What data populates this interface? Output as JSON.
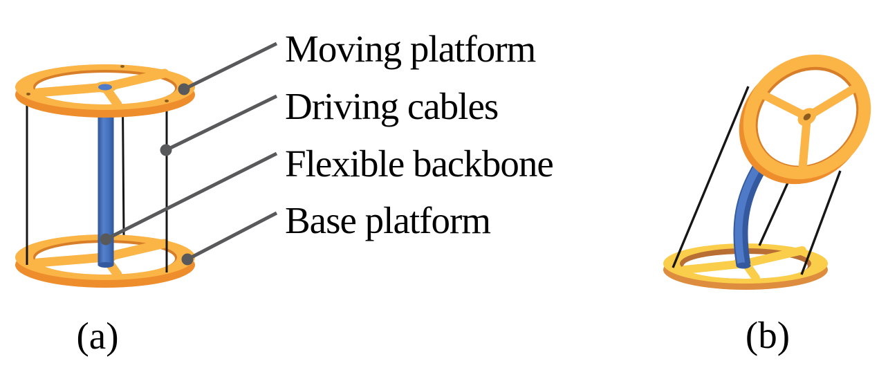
{
  "figure": {
    "panels": [
      {
        "caption": "(a)"
      },
      {
        "caption": "(b)"
      }
    ],
    "labels": [
      {
        "text": "Moving platform"
      },
      {
        "text": "Driving cables"
      },
      {
        "text": "Flexible backbone"
      },
      {
        "text": "Base platform"
      }
    ],
    "colors": {
      "ring_top": "#FBB446",
      "ring_side": "#EE8D2C",
      "ring_inner": "#D97E28",
      "base_b_top": "#FACD4B",
      "base_b_side": "#DE8C3E",
      "base_b_inner": "#B96F33",
      "backbone": "#4E7AC7",
      "backbone_dark": "#35599E",
      "cable": "#161616",
      "leader": "#58595B",
      "text": "#000000",
      "background": "#FFFFFF"
    }
  }
}
